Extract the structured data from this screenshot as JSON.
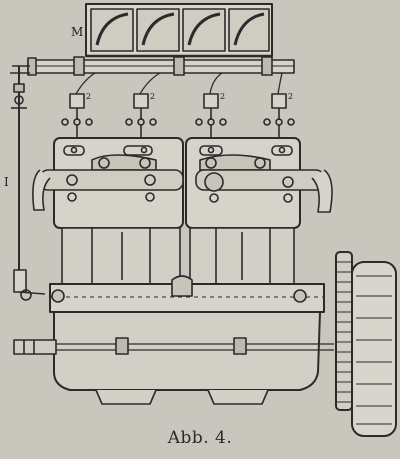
{
  "figure": {
    "caption": "Abb. 4.",
    "labels": {
      "radiator": "M",
      "rod": "I",
      "plug1": "2",
      "plug2": "2",
      "plug3": "2",
      "plug4": "2"
    }
  },
  "colors": {
    "paper": "#c9c6bd",
    "ink": "#2b2b2b",
    "metal": "#d6d3ca"
  }
}
